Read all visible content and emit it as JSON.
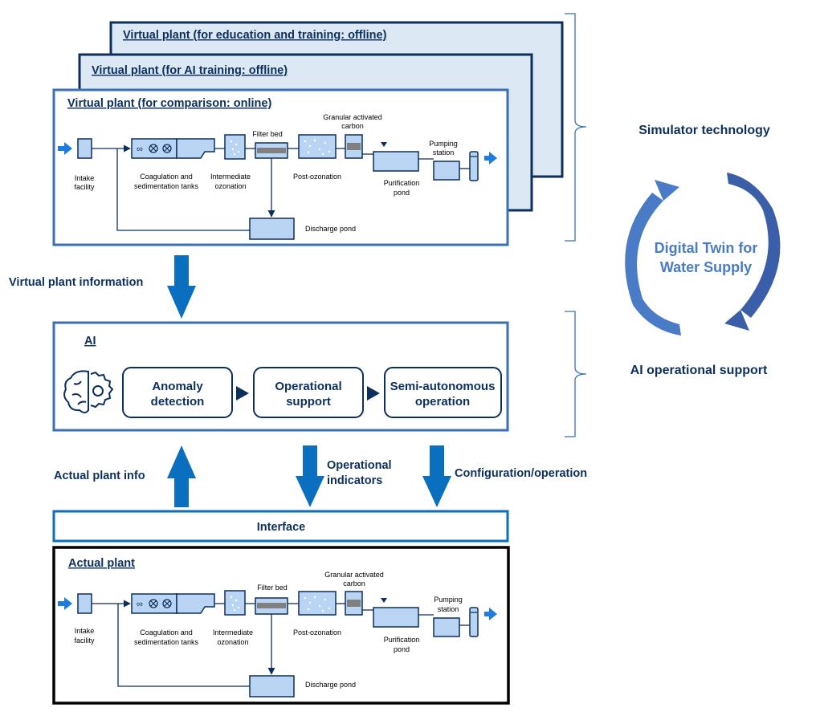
{
  "colors": {
    "dark_navy": "#0d2f5c",
    "mid_blue": "#3a6fb4",
    "arrow_blue": "#0a6fbf",
    "light_fill": "#dde8f5",
    "component_fill": "#b9d5f3",
    "cycle_text": "#4a7bc7",
    "black": "#000000"
  },
  "virtual_plants": {
    "back_title": "Virtual plant (for education and training: offline)",
    "mid_title": "Virtual plant (for AI training: offline)",
    "front_title": "Virtual plant (for comparison: online)"
  },
  "process": {
    "intake_line1": "Intake",
    "intake_line2": "facility",
    "coag_line1": "Coagulation and",
    "coag_line2": "sedimentation tanks",
    "interm_line1": "Intermediate",
    "interm_line2": "ozonation",
    "filter_bed": "Filter bed",
    "post_ozonation": "Post-ozonation",
    "gac_line1": "Granular activated",
    "gac_line2": "carbon",
    "purif_line1": "Purification",
    "purif_line2": "pond",
    "pumping_line1": "Pumping",
    "pumping_line2": "station",
    "discharge_pond": "Discharge pond"
  },
  "flows": {
    "virtual_info": "Virtual plant information",
    "actual_info": "Actual plant info",
    "op_indicators_line1": "Operational",
    "op_indicators_line2": "indicators",
    "config_operation": "Configuration/operation"
  },
  "ai": {
    "title": "AI",
    "step1_line1": "Anomaly",
    "step1_line2": "detection",
    "step2_line1": "Operational",
    "step2_line2": "support",
    "step3_line1": "Semi-autonomous",
    "step3_line2": "operation",
    "icon": "brain-gear-icon"
  },
  "interface": {
    "label": "Interface"
  },
  "actual_plant": {
    "title": "Actual plant"
  },
  "side": {
    "simulator_technology": "Simulator technology",
    "ai_operational_support": "AI operational support",
    "cycle_line1": "Digital Twin for",
    "cycle_line2": "Water Supply"
  }
}
